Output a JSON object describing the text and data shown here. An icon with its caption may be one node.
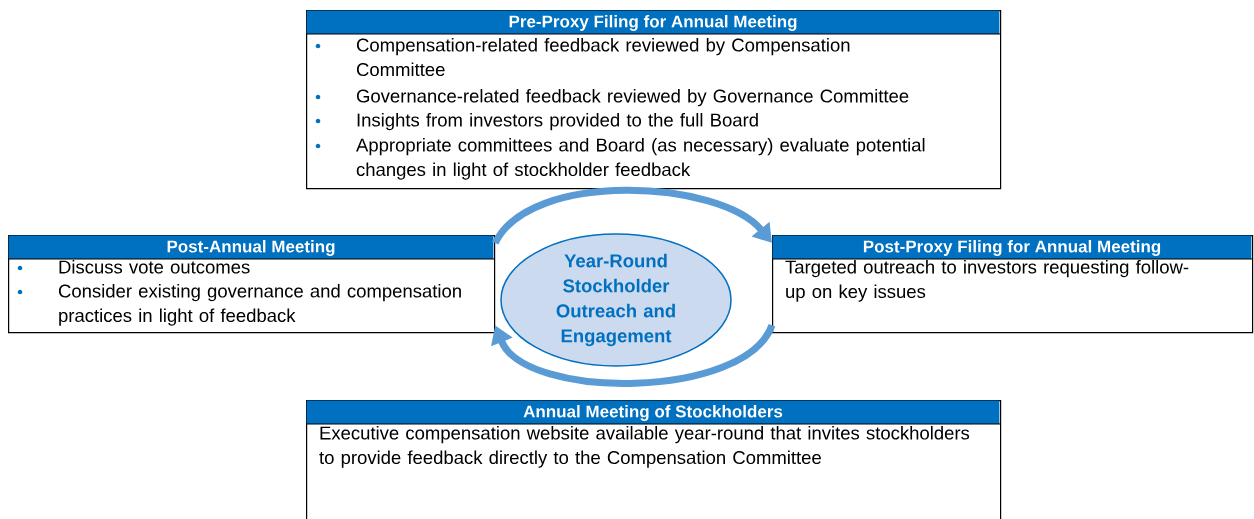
{
  "diagram": {
    "nodes": [
      {
        "text": [
          "Pre-Proxy Filing for Annual Meeting",
          "Compensation-related feedback reviewed by Compensation Committee",
          "Governance-related feedback reviewed by Governance Committee",
          "Insights from investors provided to the full Board",
          "Appropriate committees and Board (as necessary) evaluate potential changes in light of stockholder feedback"
        ]
      },
      {
        "text": [
          "Post-Annual Meeting",
          "Discuss vote outcomes",
          "Consider existing governance and compensation practices in light of feedback"
        ]
      },
      {
        "text": [
          "Year-Round Stockholder Outreach and Engagement"
        ]
      },
      {
        "text": [
          "Post-Proxy Filing for Annual Meeting",
          "Targeted outreach to investors requesting follow-up on key issues"
        ]
      },
      {
        "text": [
          "Annual Meeting of Stockholders",
          "Executive compensation website available year-round that invites stockholders to provide feedback directly to the Compensation Committee"
        ]
      }
    ],
    "edges": [
      {
        "from": 1,
        "to": 3,
        "arrow": "to"
      },
      {
        "from": 3,
        "to": 1,
        "arrow": "to"
      }
    ]
  }
}
